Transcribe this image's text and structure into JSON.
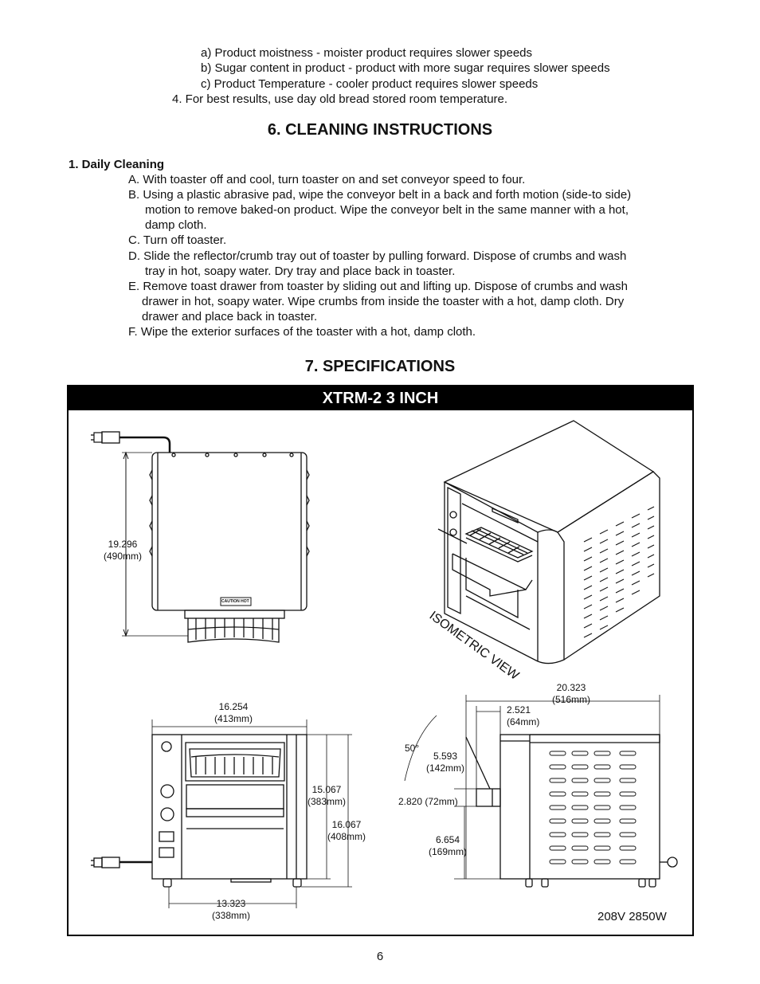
{
  "intro_list": {
    "item_a": "a)  Product moistness - moister product requires slower speeds",
    "item_b": "b) Sugar content in product - product with more sugar requires slower speeds",
    "item_c": "c)  Product Temperature - cooler product requires slower speeds",
    "item_4": "4. For best results, use day old bread stored room temperature."
  },
  "cleaning": {
    "heading": "6. CLEANING INSTRUCTIONS",
    "subheading": "1. Daily Cleaning",
    "step_a": "A. With toaster off and cool, turn toaster on and set conveyor speed to four.",
    "step_b_line1": "B. Using a plastic abrasive pad, wipe the conveyor belt in a back and forth motion (side-to side)",
    "step_b_line2": "motion to remove baked-on product. Wipe the conveyor belt in the same manner with a hot,",
    "step_b_line3": "damp cloth.",
    "step_c": "C. Turn off toaster.",
    "step_d_line1": "D. Slide the reflector/crumb tray out of toaster by pulling forward. Dispose of crumbs and wash",
    "step_d_line2": "tray in hot, soapy water. Dry tray and place back in toaster.",
    "step_e_line1": "E. Remove toast drawer from toaster by sliding out and lifting up. Dispose of crumbs and wash",
    "step_e_line2": "drawer in hot, soapy water. Wipe crumbs from inside the toaster with a hot, damp cloth. Dry",
    "step_e_line3": "drawer and place back in toaster.",
    "step_f": "F. Wipe the exterior surfaces of the toaster with a hot, damp cloth."
  },
  "specs": {
    "heading": "7. SPECIFICATIONS",
    "model_bar": "XTRM-2  3 INCH",
    "caution_label": "CAUTION HOT",
    "isometric_label": "ISOMETRIC VIEW",
    "dims": {
      "side_height_in": "19.296",
      "side_height_mm": "(490mm)",
      "front_width_in": "16.254",
      "front_width_mm": "(413mm)",
      "front_height_in": "15.067",
      "front_height_mm": "(383mm)",
      "total_height_in": "16.067",
      "total_height_mm": "(408mm)",
      "base_width_in": "13.323",
      "base_width_mm": "(338mm)",
      "angle": "50°",
      "overall_width_in": "20.323",
      "overall_width_mm": "(516mm)",
      "offset_in": "2.521",
      "offset_mm": "(64mm)",
      "chute_in": "5.593",
      "chute_mm": "(142mm)",
      "chute_height": "2.820 (72mm)",
      "lower_in": "6.654",
      "lower_mm": "(169mm)"
    },
    "power": "208V 2850W"
  },
  "page_number": "6"
}
